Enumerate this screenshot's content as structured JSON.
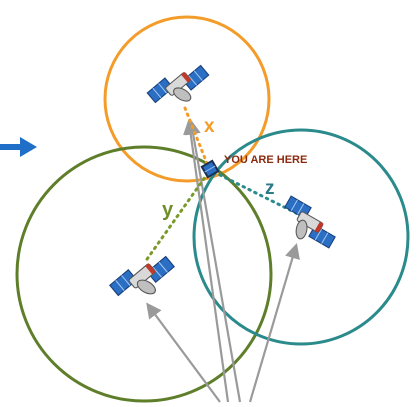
{
  "labels": {
    "you_are_here": "YOU ARE HERE",
    "x": "x",
    "y": "y",
    "z": "z"
  },
  "colors": {
    "circle_x": "#F39C2A",
    "circle_y": "#5E7E2A",
    "circle_z": "#2A8A8C",
    "dots_x": "#F39C2A",
    "dots_y": "#7A9A2A",
    "dots_z": "#2A8A8C",
    "label_x": "#F39C2A",
    "label_y": "#6E8E28",
    "label_z": "#2A7A88",
    "you_are_here": "#8B2A0E",
    "arrow": "#1F6FC8",
    "rays": "#9A9A9A"
  },
  "icons": {
    "satellites": [
      "satellite-icon",
      "satellite-icon",
      "satellite-icon"
    ],
    "receiver": "gps-receiver-icon",
    "pointer": "right-arrow-icon"
  }
}
